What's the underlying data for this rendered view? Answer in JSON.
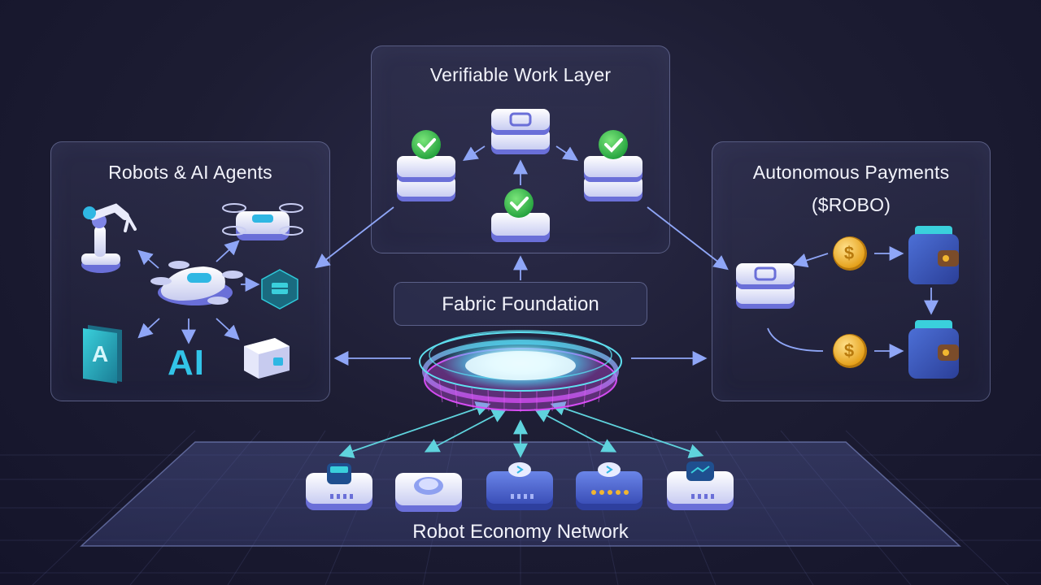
{
  "panels": {
    "agents": {
      "title": "Robots & AI Agents",
      "ai_label": "AI",
      "chip_label": "A"
    },
    "verifiable": {
      "title": "Verifiable Work Layer"
    },
    "payments": {
      "title_line1": "Autonomous Payments",
      "title_line2": "($ROBO)"
    }
  },
  "foundation": {
    "label": "Fabric Foundation"
  },
  "network": {
    "label": "Robot Economy Network"
  },
  "colors": {
    "accent_cyan": "#38d6e8",
    "accent_magenta": "#d04af0",
    "check_green": "#2fc24a",
    "coin_gold": "#f2b630",
    "arrow_blue": "#7f9cf5"
  }
}
